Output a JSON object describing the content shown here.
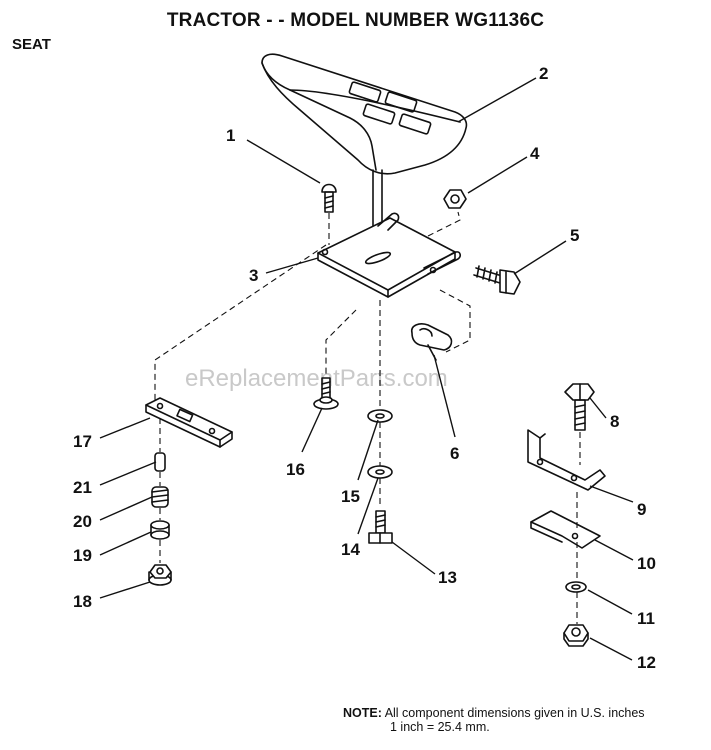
{
  "header": {
    "title": "TRACTOR - - MODEL NUMBER  WG1136C",
    "section": "SEAT"
  },
  "watermark": "eReplacementParts.com",
  "parts": [
    {
      "id": "1"
    },
    {
      "id": "2"
    },
    {
      "id": "3"
    },
    {
      "id": "4"
    },
    {
      "id": "5"
    },
    {
      "id": "6"
    },
    {
      "id": "8"
    },
    {
      "id": "9"
    },
    {
      "id": "10"
    },
    {
      "id": "11"
    },
    {
      "id": "12"
    },
    {
      "id": "13"
    },
    {
      "id": "14"
    },
    {
      "id": "15"
    },
    {
      "id": "16"
    },
    {
      "id": "17"
    },
    {
      "id": "18"
    },
    {
      "id": "19"
    },
    {
      "id": "20"
    },
    {
      "id": "21"
    }
  ],
  "note": {
    "label": "NOTE:",
    "line1": "All component dimensions given in U.S. inches",
    "line2": "1 inch = 25.4 mm."
  }
}
